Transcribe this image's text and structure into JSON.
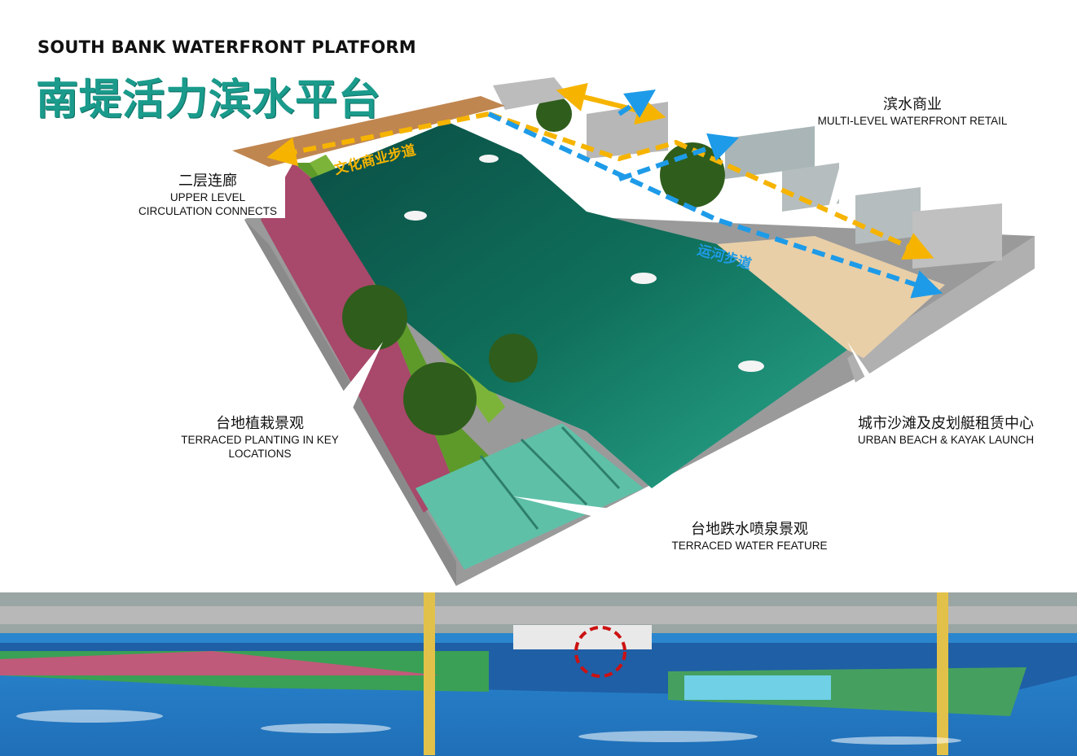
{
  "title": {
    "en": "SOUTH BANK WATERFRONT PLATFORM",
    "cn": "南堤活力滨水平台"
  },
  "labels": {
    "upper_level": {
      "cn": "二层连廊",
      "en1": "UPPER LEVEL",
      "en2": "CIRCULATION CONNECTS"
    },
    "retail": {
      "cn": "滨水商业",
      "en1": "MULTI-LEVEL WATERFRONT RETAIL"
    },
    "planting": {
      "cn": "台地植栽景观",
      "en1": "TERRACED PLANTING IN KEY",
      "en2": "LOCATIONS"
    },
    "beach": {
      "cn": "城市沙滩及皮划艇租赁中心",
      "en1": "URBAN BEACH & KAYAK LAUNCH"
    },
    "water_feature": {
      "cn": "台地跌水喷泉景观",
      "en1": "TERRACED WATER FEATURE"
    }
  },
  "paths": {
    "culture_walk": "文化商业步道",
    "canal_walk": "运河步道"
  },
  "colors": {
    "title_teal": "#1a9b8c",
    "orange_path": "#f6b400",
    "blue_path": "#1e9be8",
    "water": "#0f6f5a",
    "beach": "#e8cfa8",
    "magenta_planting": "#a8486a",
    "highlight_circle": "#cc1111"
  }
}
